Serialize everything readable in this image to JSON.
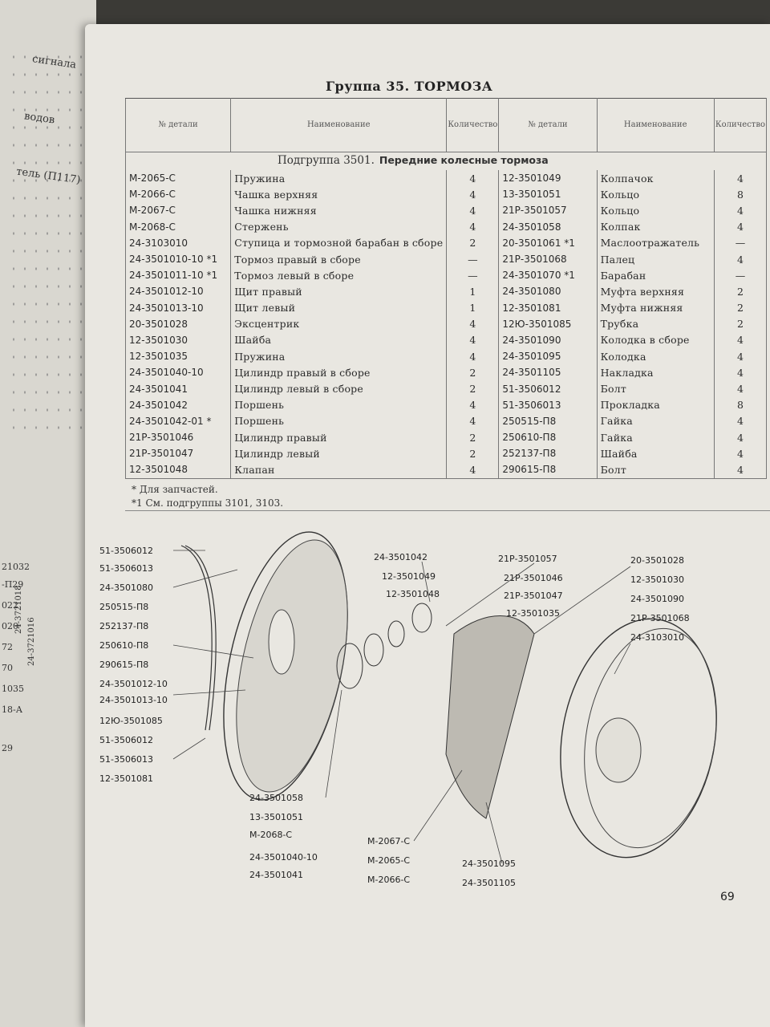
{
  "page_title": "Группа 35. ТОРМОЗА",
  "headers": {
    "part_no": "№ детали",
    "name": "Наименование",
    "qty": "Количество"
  },
  "subgroup": {
    "label": "Подгруппа 3501.",
    "title": "Передние колесные тормоза"
  },
  "left_column": [
    {
      "part": "М-2065-С",
      "name": "Пружина",
      "qty": "4"
    },
    {
      "part": "М-2066-С",
      "name": "Чашка верхняя",
      "qty": "4"
    },
    {
      "part": "М-2067-С",
      "name": "Чашка нижняя",
      "qty": "4"
    },
    {
      "part": "М-2068-С",
      "name": "Стержень",
      "qty": "4"
    },
    {
      "part": "24-3103010",
      "name": "Ступица и тормозной барабан в сборе",
      "qty": "2"
    },
    {
      "part": "24-3501010-10 *1",
      "name": "Тормоз правый в сборе",
      "qty": "—"
    },
    {
      "part": "24-3501011-10 *1",
      "name": "Тормоз левый в сборе",
      "qty": "—"
    },
    {
      "part": "24-3501012-10",
      "name": "Щит правый",
      "qty": "1"
    },
    {
      "part": "24-3501013-10",
      "name": "Щит левый",
      "qty": "1"
    },
    {
      "part": "20-3501028",
      "name": "Эксцентрик",
      "qty": "4"
    },
    {
      "part": "12-3501030",
      "name": "Шайба",
      "qty": "4"
    },
    {
      "part": "12-3501035",
      "name": "Пружина",
      "qty": "4"
    },
    {
      "part": "24-3501040-10",
      "name": "Цилиндр правый в сборе",
      "qty": "2"
    },
    {
      "part": "24-3501041",
      "name": "Цилиндр левый в сборе",
      "qty": "2"
    },
    {
      "part": "24-3501042",
      "name": "Поршень",
      "qty": "4"
    },
    {
      "part": "24-3501042-01 *",
      "name": "Поршень",
      "qty": "4"
    },
    {
      "part": "21Р-3501046",
      "name": "Цилиндр правый",
      "qty": "2"
    },
    {
      "part": "21Р-3501047",
      "name": "Цилиндр левый",
      "qty": "2"
    },
    {
      "part": "12-3501048",
      "name": "Клапан",
      "qty": "4"
    }
  ],
  "right_column": [
    {
      "part": "12-3501049",
      "name": "Колпачок",
      "qty": "4"
    },
    {
      "part": "13-3501051",
      "name": "Кольцо",
      "qty": "8"
    },
    {
      "part": "21Р-3501057",
      "name": "Кольцо",
      "qty": "4"
    },
    {
      "part": "24-3501058",
      "name": "Колпак",
      "qty": "4"
    },
    {
      "part": "20-3501061 *1",
      "name": "Маслоотражатель",
      "qty": "—"
    },
    {
      "part": "21Р-3501068",
      "name": "Палец",
      "qty": "4"
    },
    {
      "part": "24-3501070 *1",
      "name": "Барабан",
      "qty": "—"
    },
    {
      "part": "24-3501080",
      "name": "Муфта верхняя",
      "qty": "2"
    },
    {
      "part": "12-3501081",
      "name": "Муфта нижняя",
      "qty": "2"
    },
    {
      "part": "12Ю-3501085",
      "name": "Трубка",
      "qty": "2"
    },
    {
      "part": "24-3501090",
      "name": "Колодка в сборе",
      "qty": "4"
    },
    {
      "part": "24-3501095",
      "name": "Колодка",
      "qty": "4"
    },
    {
      "part": "24-3501105",
      "name": "Накладка",
      "qty": "4"
    },
    {
      "part": "51-3506012",
      "name": "Болт",
      "qty": "4"
    },
    {
      "part": "51-3506013",
      "name": "Прокладка",
      "qty": "8"
    },
    {
      "part": "250515-П8",
      "name": "Гайка",
      "qty": "4"
    },
    {
      "part": "250610-П8",
      "name": "Гайка",
      "qty": "4"
    },
    {
      "part": "252137-П8",
      "name": "Шайба",
      "qty": "4"
    },
    {
      "part": "290615-П8",
      "name": "Болт",
      "qty": "4"
    }
  ],
  "footnotes": [
    "* Для запчастей.",
    "*1 См. подгруппы 3101, 3103."
  ],
  "callouts_left": [
    "51-3506012",
    "51-3506013",
    "24-3501080",
    "250515-П8",
    "252137-П8",
    "250610-П8",
    "290615-П8",
    "24-3501012-10",
    "24-3501013-10",
    "12Ю-3501085",
    "51-3506012",
    "51-3506013",
    "12-3501081"
  ],
  "callouts_center": [
    "24-3501042",
    "12-3501049",
    "12-3501048",
    "24-3501058",
    "13-3501051",
    "М-2068-С",
    "24-3501040-10",
    "24-3501041"
  ],
  "callouts_right": [
    "21Р-3501057",
    "21Р-3501046",
    "21Р-3501047",
    "12-3501035",
    "20-3501028",
    "12-3501030",
    "24-3501090",
    "21Р-3501068",
    "24-3103010"
  ],
  "callouts_bottom": [
    "М-2067-С",
    "М-2065-С",
    "М-2066-С",
    "24-3501095",
    "24-3501105"
  ],
  "page_number": "69",
  "left_page_fragments": [
    "сигнала",
    "водов",
    "тель (П117)",
    "21032",
    "-П29",
    "022",
    "020",
    "72",
    "70",
    "24-3721018",
    "24-3721016",
    "1035",
    "18-А",
    "29"
  ]
}
